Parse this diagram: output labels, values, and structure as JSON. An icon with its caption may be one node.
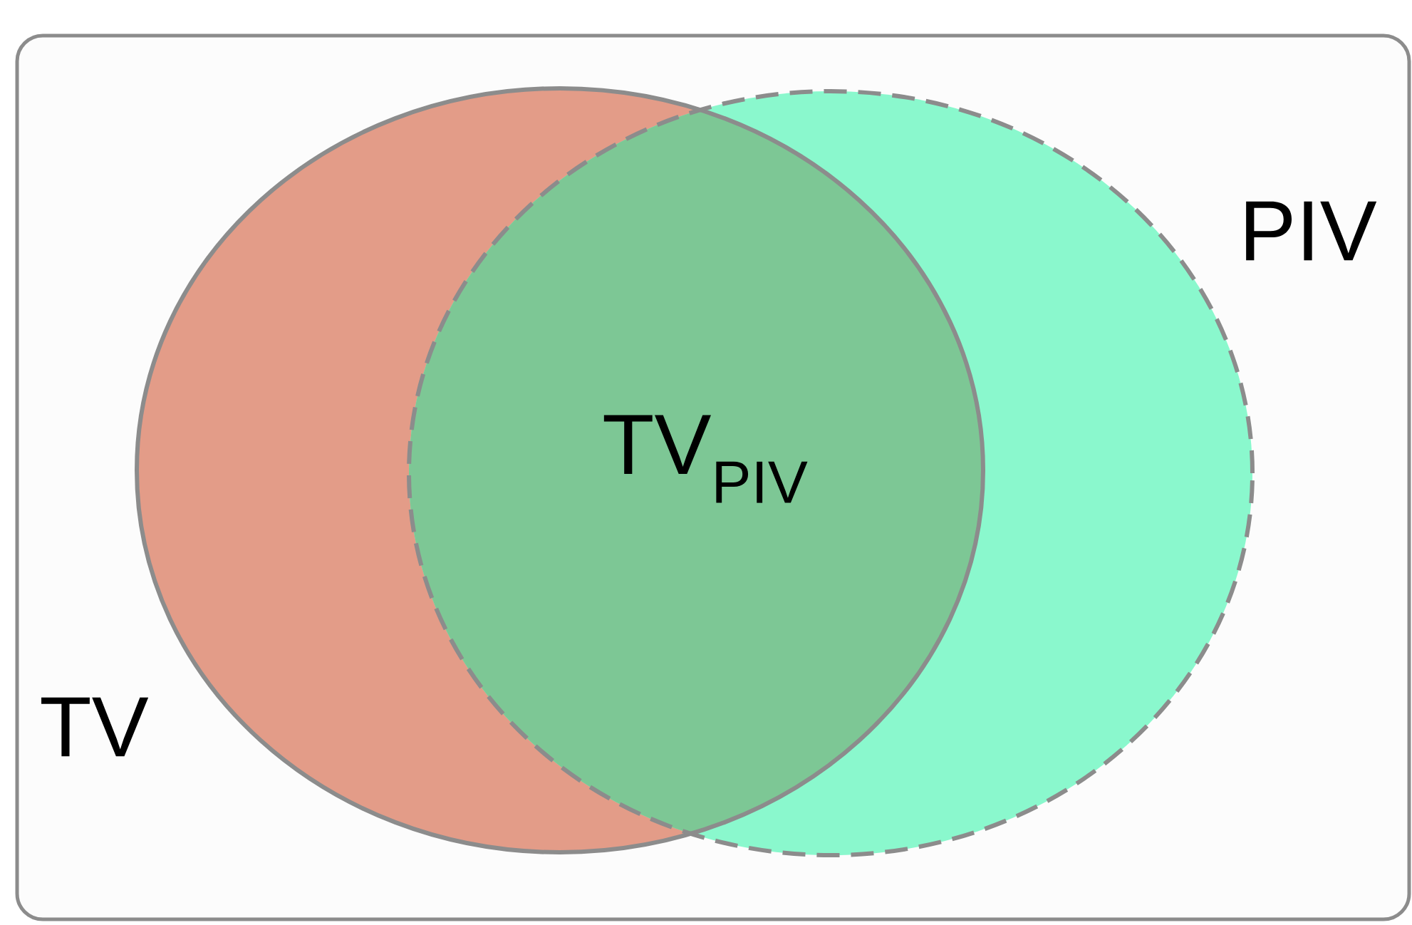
{
  "diagram": {
    "nodes": [
      {
        "text": [
          "TV"
        ]
      },
      {
        "text": [
          "PIV"
        ]
      }
    ],
    "labels": [
      "TV$_{PIV}$"
    ]
  }
}
